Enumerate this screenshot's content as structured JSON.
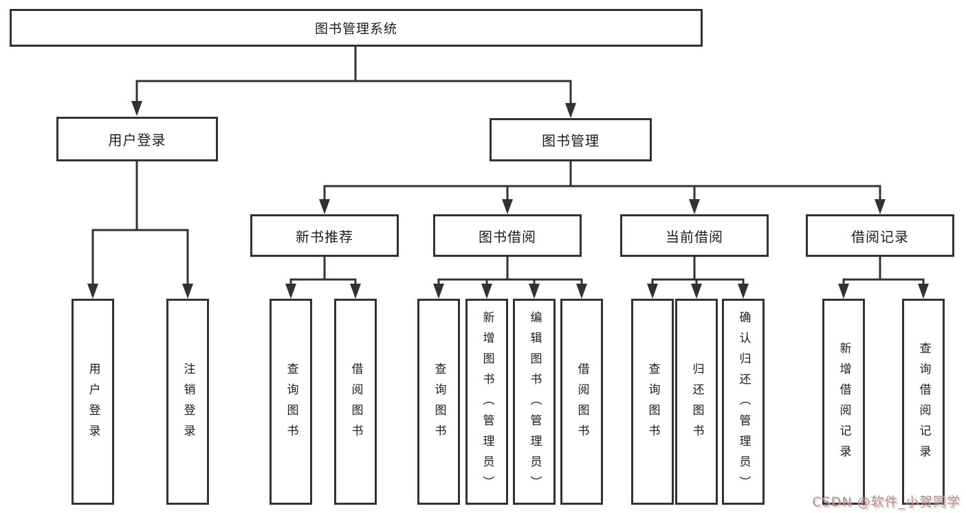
{
  "tree": {
    "root": "图书管理系统",
    "branches": [
      {
        "label": "用户登录",
        "leaves": [
          "用户登录",
          "注销登录"
        ]
      },
      {
        "label": "图书管理",
        "children": [
          {
            "label": "新书推荐",
            "leaves": [
              "查询图书",
              "借阅图书"
            ]
          },
          {
            "label": "图书借阅",
            "leaves": [
              "查询图书",
              "新增图书（管理员）",
              "编辑图书（管理员）",
              "借阅图书"
            ]
          },
          {
            "label": "当前借阅",
            "leaves": [
              "查询图书",
              "归还图书",
              "确认归还（管理员）"
            ]
          },
          {
            "label": "借阅记录",
            "leaves": [
              "新增借阅记录",
              "查询借阅记录"
            ]
          }
        ]
      }
    ]
  },
  "watermark": {
    "text": "CSDN @软件_小贺同学"
  },
  "colors": {
    "line": "#323232",
    "box_border": "#323232",
    "text": "#1c1c1c",
    "background": "#ffffff",
    "watermark_text": "#9a9a9a",
    "watermark_shadow": "#ff8c8c"
  }
}
